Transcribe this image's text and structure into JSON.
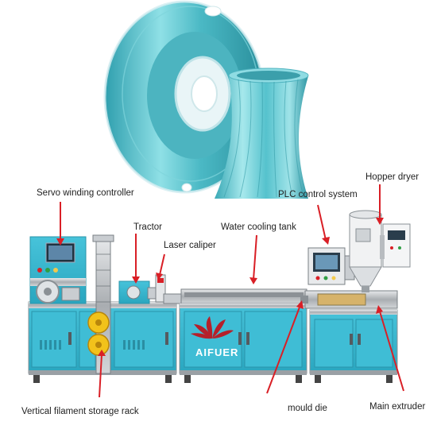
{
  "colors": {
    "accent": "#d91f26",
    "machine_teal": "#34b6cf",
    "frame": "#b8bcc0",
    "filament": "#5fc4cc",
    "brand_red": "#b5202a"
  },
  "brand": {
    "name": "AIFUER"
  },
  "labels": {
    "servo_winding_controller": "Servo winding controller",
    "plc_control_system": "PLC control system",
    "hopper_dryer": "Hopper dryer",
    "tractor": "Tractor",
    "water_cooling_tank": "Water cooling tank",
    "laser_caliper": "Laser caliper",
    "vertical_filament_storage_rack": "Vertical filament storage rack",
    "mould_die": "mould die",
    "main_extruder": "Main extruder"
  }
}
